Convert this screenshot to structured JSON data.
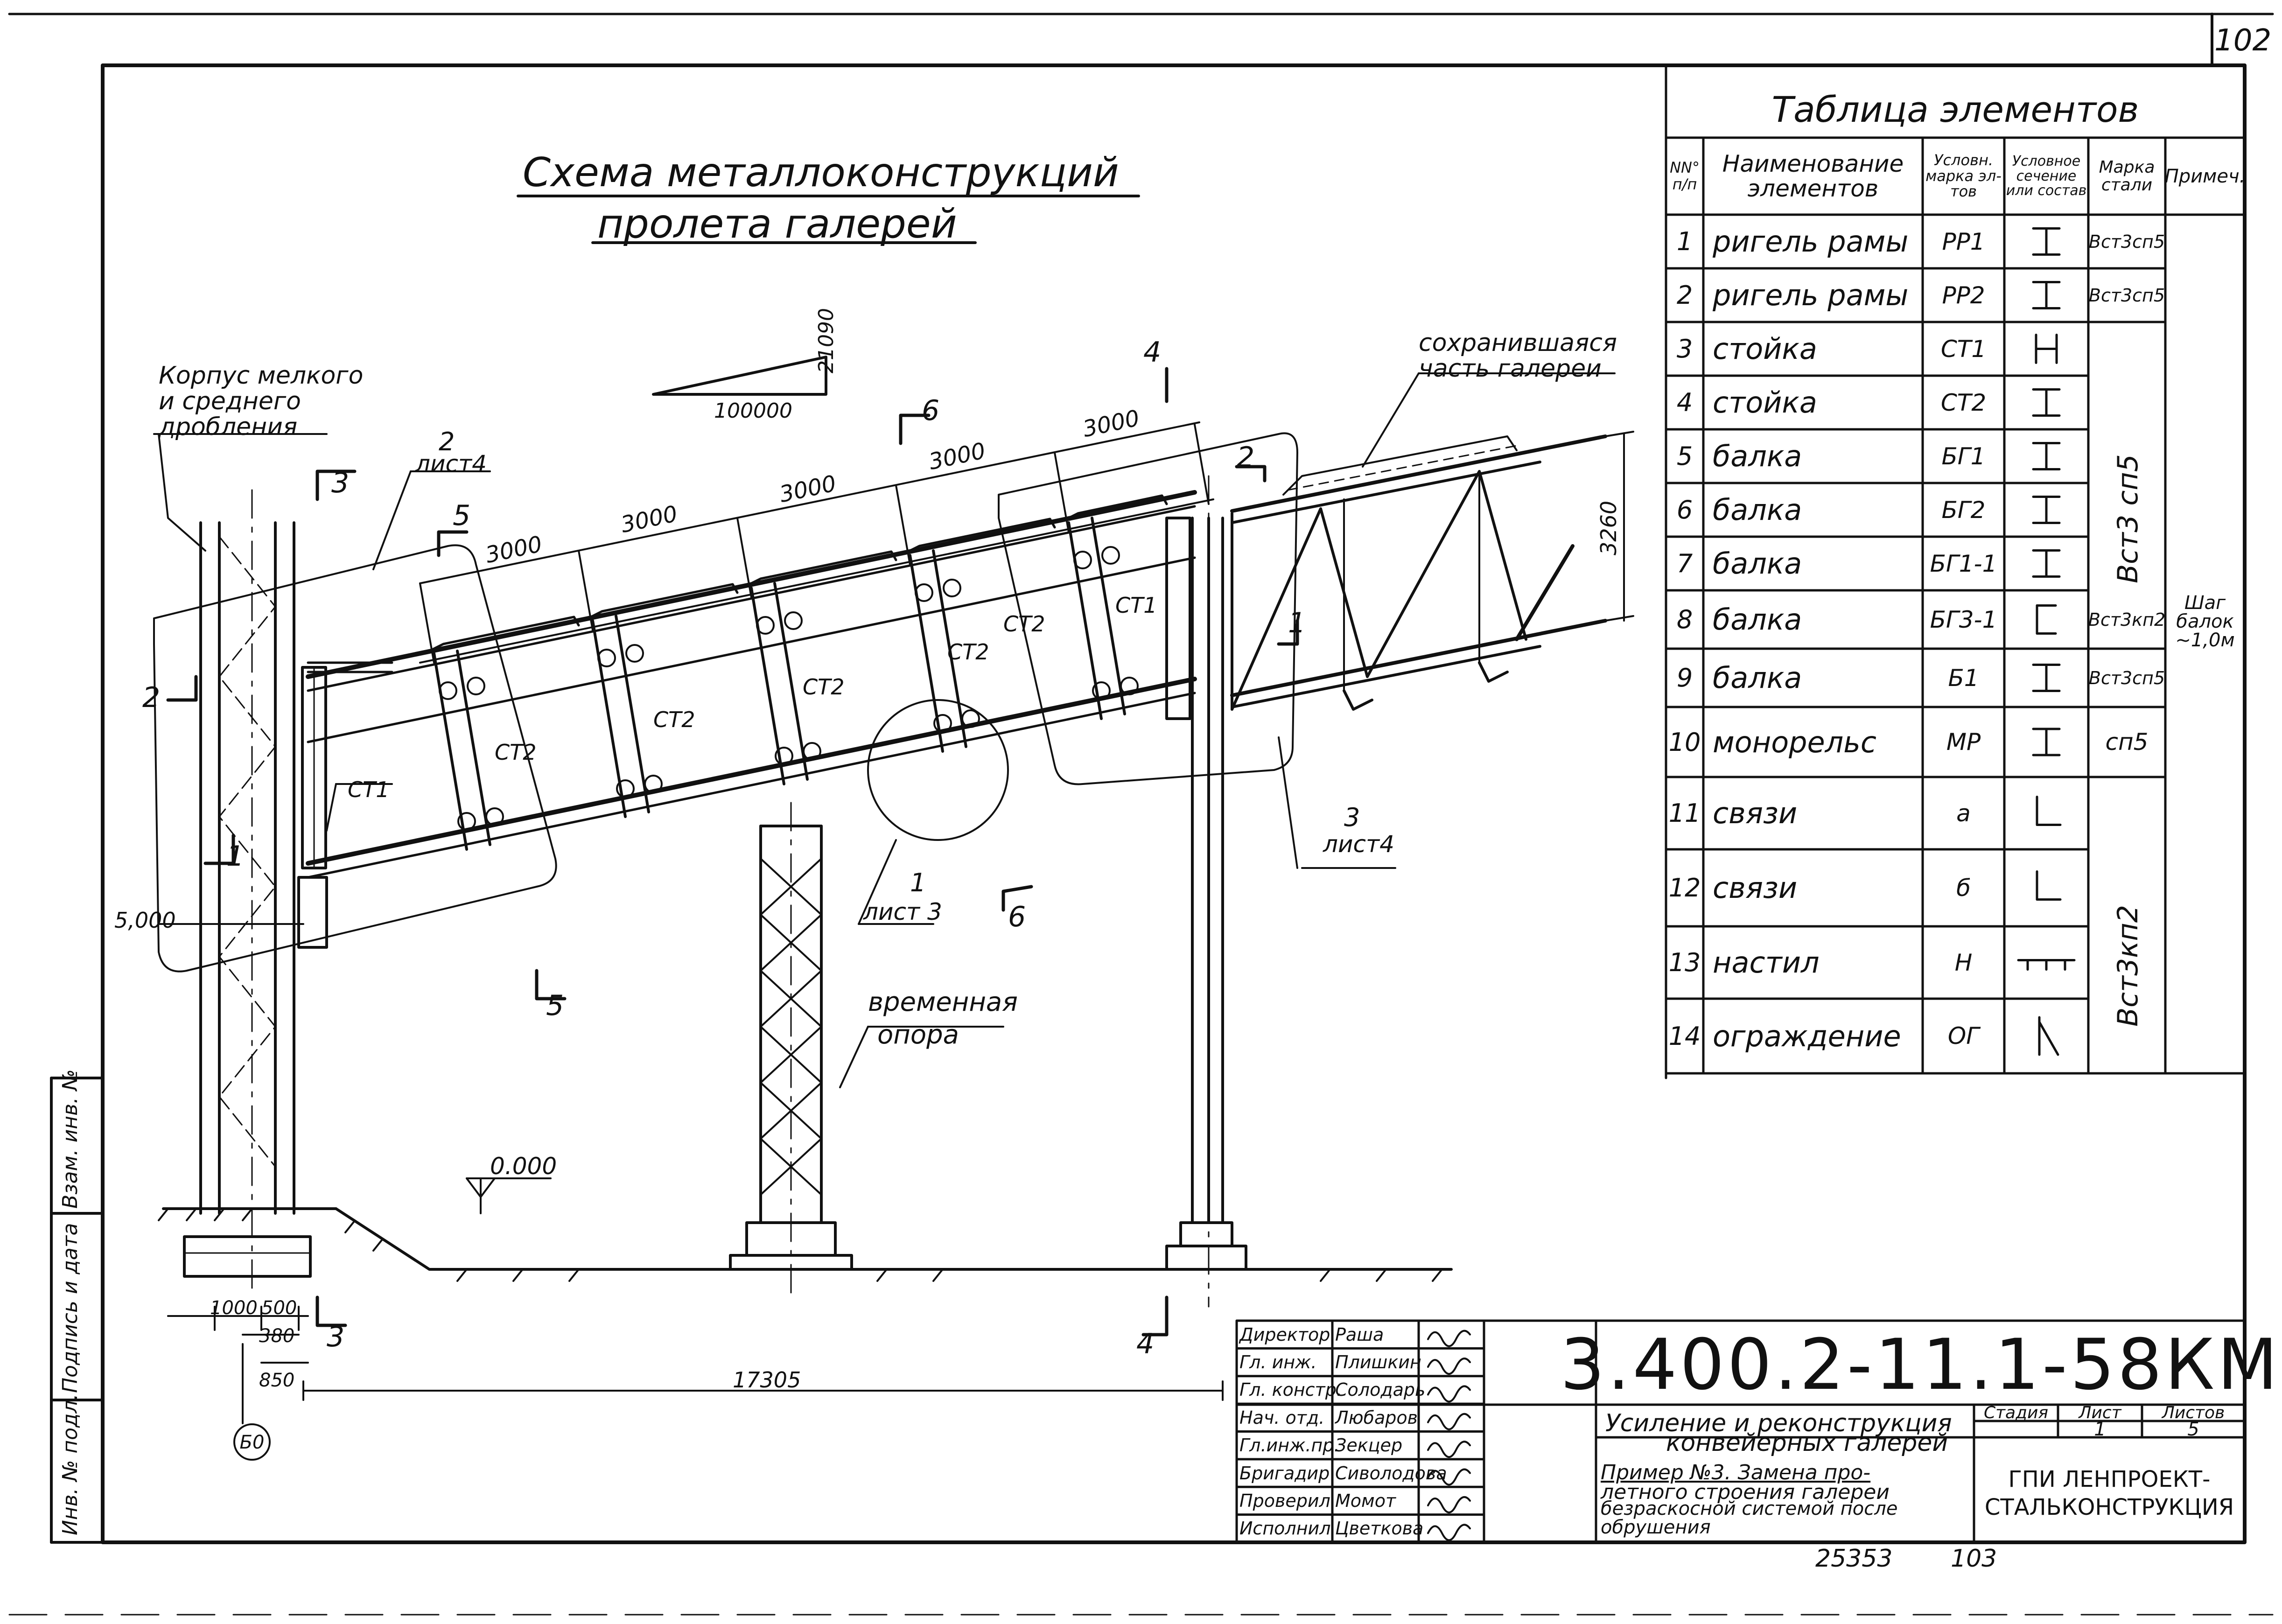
{
  "sheet_number": "102",
  "title": {
    "line1": "Схема металлоконструкций",
    "line2": "пролета галерей"
  },
  "slope": {
    "rise": "21090",
    "run": "100000"
  },
  "labels": {
    "corpus_l1": "Корпус мелкого",
    "corpus_l2": "и среднего",
    "corpus_l3": "дробления",
    "preserved_l1": "сохранившаяся",
    "preserved_l2": "часть галереи",
    "temp_l1": "временная",
    "temp_l2": "опора",
    "ct1_a": "СТ1",
    "ct1_b": "СТ1",
    "ct2_a": "СТ2",
    "ct2_b": "СТ2",
    "ct2_c": "СТ2",
    "ct2_d": "СТ2",
    "ct2_e": "СТ2"
  },
  "callouts": {
    "c2_num": "2",
    "c2_sheet": "лист4",
    "c3_num": "3",
    "c3_sheet": "лист4",
    "c1_num": "1",
    "c1_sheet": "лист 3"
  },
  "sections": [
    "3",
    "3",
    "5",
    "5",
    "6",
    "6",
    "4",
    "4",
    "2",
    "2",
    "1",
    "1"
  ],
  "dimensions": {
    "span1": "3000",
    "span2": "3000",
    "span3": "3000",
    "span4": "3000",
    "span5": "3000",
    "height_right": "3260",
    "level_5": "5,000",
    "level_0": "0.000",
    "base_1000": "1000",
    "base_500": "500",
    "base_380": "380",
    "base_850": "850",
    "total": "17305",
    "axis": "Б0"
  },
  "elements_table": {
    "title": "Таблица элементов",
    "headers": {
      "num": "NN° п/п",
      "name": "Наименование элементов",
      "mark": "Условн. марка эл-тов",
      "section": "Условное сечение или состав",
      "steel": "Марка стали",
      "note": "Примеч."
    },
    "rows": [
      {
        "num": "1",
        "name": "ригель рамы",
        "mark": "РР1",
        "section": "I"
      },
      {
        "num": "2",
        "name": "ригель рамы",
        "mark": "РР2",
        "section": "I"
      },
      {
        "num": "3",
        "name": "стойка",
        "mark": "СТ1",
        "section": "H"
      },
      {
        "num": "4",
        "name": "стойка",
        "mark": "СТ2",
        "section": "I"
      },
      {
        "num": "5",
        "name": "балка",
        "mark": "БГ1",
        "section": "I"
      },
      {
        "num": "6",
        "name": "балка",
        "mark": "БГ2",
        "section": "I"
      },
      {
        "num": "7",
        "name": "балка",
        "mark": "БГ1-1",
        "section": "I"
      },
      {
        "num": "8",
        "name": "балка",
        "mark": "БГ3-1",
        "section": "["
      },
      {
        "num": "9",
        "name": "балка",
        "mark": "Б1",
        "section": "I"
      },
      {
        "num": "10",
        "name": "монорельс",
        "mark": "МР",
        "section": "I"
      },
      {
        "num": "11",
        "name": "связи",
        "mark": "а",
        "section": "L"
      },
      {
        "num": "12",
        "name": "связи",
        "mark": "б",
        "section": "L"
      },
      {
        "num": "13",
        "name": "настил",
        "mark": "Н",
        "section": ""
      },
      {
        "num": "14",
        "name": "ограждение",
        "mark": "ОГ",
        "section": ""
      }
    ],
    "steel": {
      "r1": "Вст3сп5",
      "r2": "Вст3сп5",
      "r3_7": "Вст3 сп5",
      "r8": "Вст3кп2",
      "r9": "Вст3сп5",
      "r10": "сп5",
      "r11_14": "Вст3кп2"
    },
    "note_r8": {
      "l1": "Шаг",
      "l2": "балок",
      "l3": "~1,0м"
    }
  },
  "title_block": {
    "code": "3.400.2-11.1-58КМ",
    "roles": [
      "Директор",
      "Гл. инж.",
      "Гл. констр.",
      "Нач. отд.",
      "Гл.инж.пр.",
      "Бригадир",
      "Проверил",
      "Исполнил"
    ],
    "names": [
      "Раша",
      "Плишкин",
      "Солодарь",
      "Любаров",
      "Зекцер",
      "Сиволодова",
      "Момот",
      "Цветкова"
    ],
    "project_l1": "Усиление и реконструкция",
    "project_l2": "конвейерных галерей",
    "example_l1": "Пример №3. Замена про-",
    "example_l2": "летного строения галереи",
    "example_l3": "безраскосной системой после",
    "example_l4": "обрушения",
    "stage_label": "Стадия",
    "sheet_label": "Лист",
    "sheets_label": "Листов",
    "stage_value": "",
    "sheet_value": "1",
    "sheets_value": "5",
    "org_l1": "ГПИ ЛЕНПРОЕКТ-",
    "org_l2": "СТАЛЬКОНСТРУКЦИЯ"
  },
  "left_margin": {
    "inv_sub": "Инв. № подл.",
    "sign_date": "Подпись и дата",
    "exch_inv": "Взам. инв. №"
  },
  "bottom_stamp": {
    "number": "25353",
    "page": "103"
  }
}
